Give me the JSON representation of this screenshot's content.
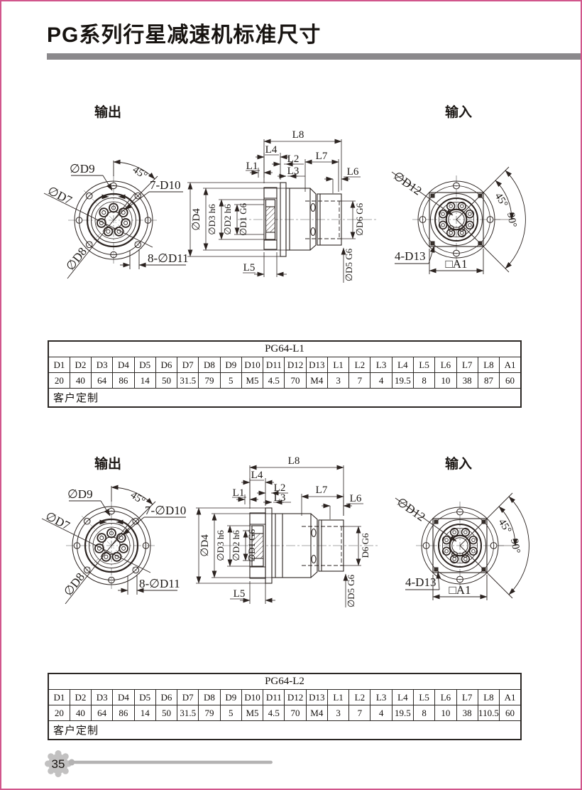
{
  "page": {
    "title": "PG系列行星减速机标准尺寸",
    "page_number": "35"
  },
  "colors": {
    "border_pink": "#d1568c",
    "title_bar_gray": "#8b898c",
    "line_color": "#2b2320",
    "footer_gray": "#bdbcbc"
  },
  "sets": [
    {
      "output_label": "输出",
      "input_label": "输入",
      "flange": {
        "d9": "∅D9",
        "angle": "45°",
        "d7": "∅D7",
        "d10": "7-D10",
        "d8": "∅D8",
        "d11": "8-∅D11"
      },
      "section": {
        "l8": "L8",
        "l4": "L4",
        "l1": "L1",
        "l2": "L2",
        "l3": "L3",
        "l7": "L7",
        "l6": "L6",
        "l5": "L5",
        "d4": "∅D4",
        "d3": "∅D3 h6",
        "d2": "∅D2 h6",
        "d1": "∅D1 G6",
        "d6": "∅D6 G6",
        "d5": "∅D5 G6"
      },
      "input": {
        "d12": "∅D12",
        "angle45": "45°",
        "angle90": "90°",
        "d13": "4-D13",
        "a1": "□A1"
      }
    },
    {
      "output_label": "输出",
      "input_label": "输入",
      "flange": {
        "d9": "∅D9",
        "angle": "45°",
        "d7": "∅D7",
        "d10": "7-∅D10",
        "d8": "∅D8",
        "d11": "8-∅D11"
      },
      "section": {
        "l8": "L8",
        "l4": "L4",
        "l1": "L1",
        "l2": "L2",
        "l3": "L3",
        "l7": "L7",
        "l6": "L6",
        "l5": "L5",
        "d4": "∅D4",
        "d3": "∅D3 h6",
        "d2": "∅D2 h6",
        "d1": "∅D1 G6",
        "d6": "D6 G6",
        "d5": "∅D5 G6"
      },
      "input": {
        "d12": "∅D12",
        "angle45": "45°",
        "angle90": "90°",
        "d13": "4-D13",
        "a1": "□A1"
      }
    }
  ],
  "tables": [
    {
      "title": "PG64-L1",
      "headers": [
        "D1",
        "D2",
        "D3",
        "D4",
        "D5",
        "D6",
        "D7",
        "D8",
        "D9",
        "D10",
        "D11",
        "D12",
        "D13",
        "L1",
        "L2",
        "L3",
        "L4",
        "L5",
        "L6",
        "L7",
        "L8",
        "A1"
      ],
      "values": [
        "20",
        "40",
        "64",
        "86",
        "14",
        "50",
        "31.5",
        "79",
        "5",
        "M5",
        "4.5",
        "70",
        "M4",
        "3",
        "7",
        "4",
        "19.5",
        "8",
        "10",
        "38",
        "87",
        "60"
      ],
      "footer": "客户定制"
    },
    {
      "title": "PG64-L2",
      "headers": [
        "D1",
        "D2",
        "D3",
        "D4",
        "D5",
        "D6",
        "D7",
        "D8",
        "D9",
        "D10",
        "D11",
        "D12",
        "D13",
        "L1",
        "L2",
        "L3",
        "L4",
        "L5",
        "L6",
        "L7",
        "L8",
        "A1"
      ],
      "values": [
        "20",
        "40",
        "64",
        "86",
        "14",
        "50",
        "31.5",
        "79",
        "5",
        "M5",
        "4.5",
        "70",
        "M4",
        "3",
        "7",
        "4",
        "19.5",
        "8",
        "10",
        "38",
        "110.5",
        "60"
      ],
      "footer": "客户定制"
    }
  ]
}
